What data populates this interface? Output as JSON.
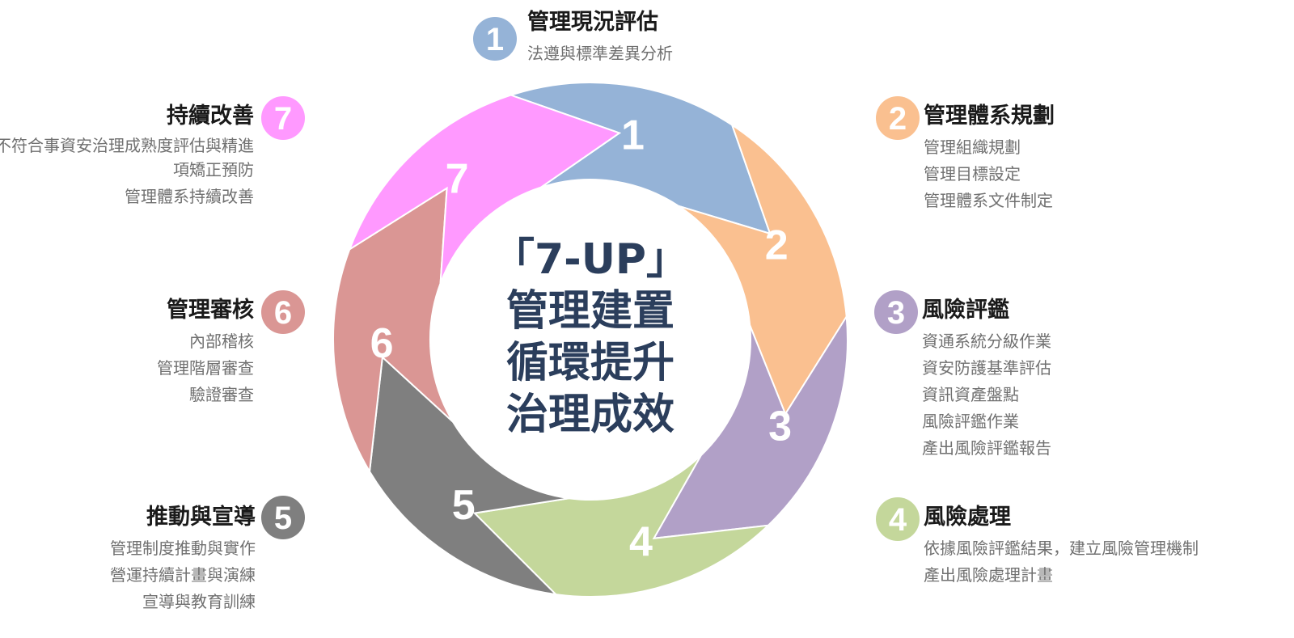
{
  "center": {
    "lines": [
      "「7-UP」",
      "管理建置",
      "循環提升",
      "治理成效"
    ],
    "color": "#2b3e5c"
  },
  "stages": [
    {
      "num": "1",
      "color": "#95b3d7",
      "title": "管理現況評估",
      "items": [
        "法遵與標準差異分析"
      ]
    },
    {
      "num": "2",
      "color": "#fac090",
      "title": "管理體系規劃",
      "items": [
        "管理組織規劃",
        "管理目標設定",
        "管理體系文件制定"
      ]
    },
    {
      "num": "3",
      "color": "#b1a0c7",
      "title": "風險評鑑",
      "items": [
        "資通系統分級作業",
        "資安防護基準評估",
        "資訊資產盤點",
        "風險評鑑作業",
        "產出風險評鑑報告"
      ]
    },
    {
      "num": "4",
      "color": "#c4d79b",
      "title": "風險處理",
      "items": [
        "依據風險評鑑結果，建立風險管理機制",
        "產出風險處理計畫"
      ]
    },
    {
      "num": "5",
      "color": "#7f7f7f",
      "title": "推動與宣導",
      "items": [
        "管理制度推動與實作",
        "營運持續計畫與演練",
        "宣導與教育訓練"
      ]
    },
    {
      "num": "6",
      "color": "#da9694",
      "title": "管理審核",
      "items": [
        "內部稽核",
        "管理階層審查",
        "驗證審查"
      ]
    },
    {
      "num": "7",
      "color": "#ff99ff",
      "title": "持續改善",
      "items": [
        "不符合事資安治理成熟度評估與精進",
        "項矯正預防",
        "管理體系持續改善"
      ]
    }
  ]
}
